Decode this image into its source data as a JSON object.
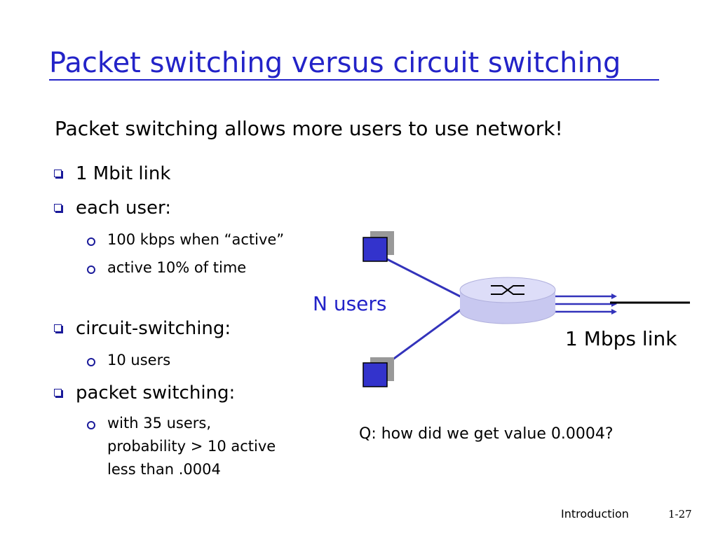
{
  "slide": {
    "title": "Packet switching versus circuit switching",
    "subtitle": "Packet switching allows more users to use network!",
    "bullets": {
      "link": "1 Mbit link",
      "each_user": "each user:",
      "active_rate": "100 kbps when “active”",
      "active_time": "active 10% of time",
      "circuit": "circuit-switching:",
      "circuit_users": "10 users",
      "packet": "packet switching:",
      "packet_line1": "with 35 users,",
      "packet_line2": "probability > 10 active",
      "packet_line3": "less than .0004"
    },
    "diagram": {
      "n_users_label": "N users",
      "link_label": "1 Mbps link"
    },
    "question": "Q: how did we get value 0.0004?",
    "footer": {
      "label": "Introduction",
      "page": "1-27"
    }
  },
  "colors": {
    "title": "#2323c8",
    "bullet_marker": "#1a1a9a",
    "host_fill": "#3333cc",
    "router_fill": "#c8c8f0",
    "line": "#3333bb"
  },
  "icons": [
    "square-bullet-icon",
    "ring-bullet-icon",
    "host-icon",
    "router-icon"
  ]
}
